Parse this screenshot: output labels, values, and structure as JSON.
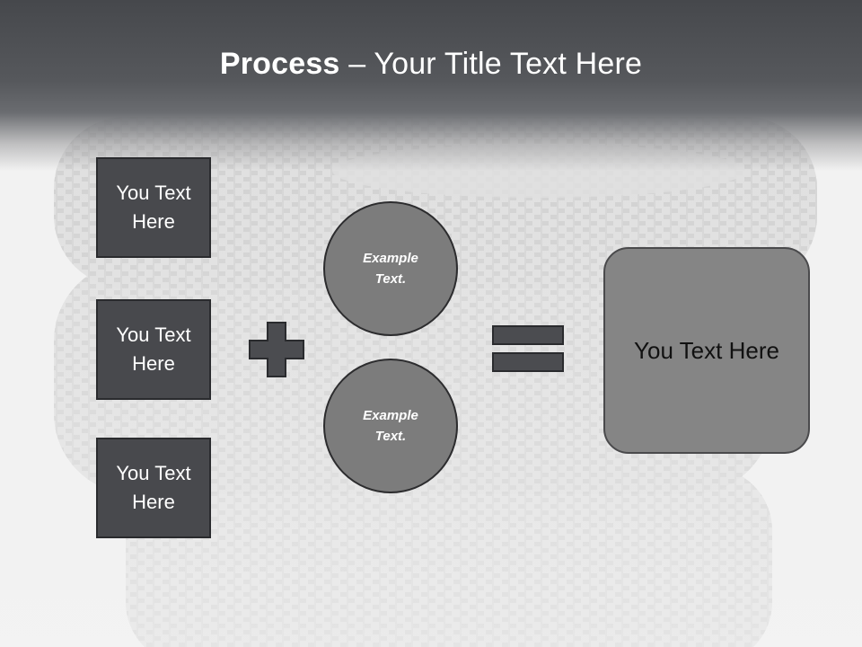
{
  "title": {
    "bold": "Process",
    "rest": " – Your Title Text Here"
  },
  "left_boxes": [
    {
      "label": "You Text Here"
    },
    {
      "label": "You Text Here"
    },
    {
      "label": "You Text Here"
    }
  ],
  "circles": [
    {
      "label": "Example Text."
    },
    {
      "label": "Example Text."
    }
  ],
  "result": {
    "label": "You Text Here"
  },
  "colors": {
    "header": "#505256",
    "box_fill": "#48494d",
    "circle_fill": "#7c7c7c",
    "result_fill": "#858585",
    "operator_fill": "#4b4c50"
  },
  "icons": {
    "plus": "plus-icon",
    "equals": "equals-icon",
    "background": "tire-stack-image"
  }
}
